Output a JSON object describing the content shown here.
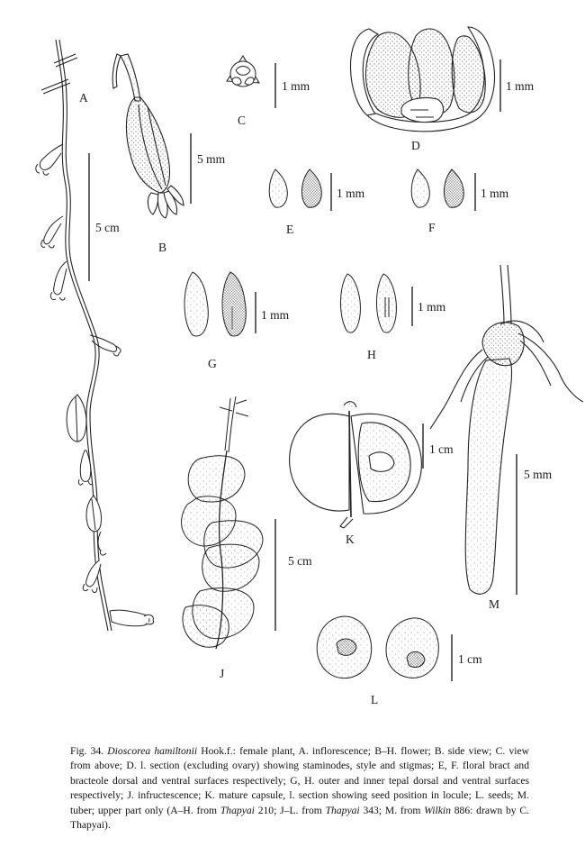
{
  "panels": {
    "A": "A",
    "B": "B",
    "C": "C",
    "D": "D",
    "E": "E",
    "F": "F",
    "G": "G",
    "H": "H",
    "J": "J",
    "K": "K",
    "L": "L",
    "M": "M"
  },
  "scale_bars": {
    "A": "5 cm",
    "B": "5 mm",
    "C": "1 mm",
    "D": "1 mm",
    "E": "1 mm",
    "F": "1 mm",
    "G": "1 mm",
    "H": "1 mm",
    "J": "5 cm",
    "K": "1 cm",
    "L": "1 cm",
    "M": "5 mm"
  },
  "caption": {
    "fig_number": "Fig. 34.",
    "species": "Dioscorea hamiltonii",
    "authority": " Hook.f.: female plant, A. inflorescence; B–H. flower; B. side view; C. view from above; D. l. section (excluding ovary) showing staminodes, style and stigmas; E, F. floral bract and bracteole dorsal and ventral surfaces respectively; G, H. outer and inner tepal dorsal and ventral surfaces respectively; J. infructescence; K. mature capsule, l. section showing seed position in locule; L. seeds; M. tuber; upper part only (A–H. from ",
    "collector_1": "Thapyai",
    "number_1": " 210; J–L. from ",
    "collector_2": "Thapyai",
    "number_2": " 343; M. from ",
    "collector_3": "Wilkin",
    "number_3": " 886: drawn by C. Thapyai)."
  }
}
